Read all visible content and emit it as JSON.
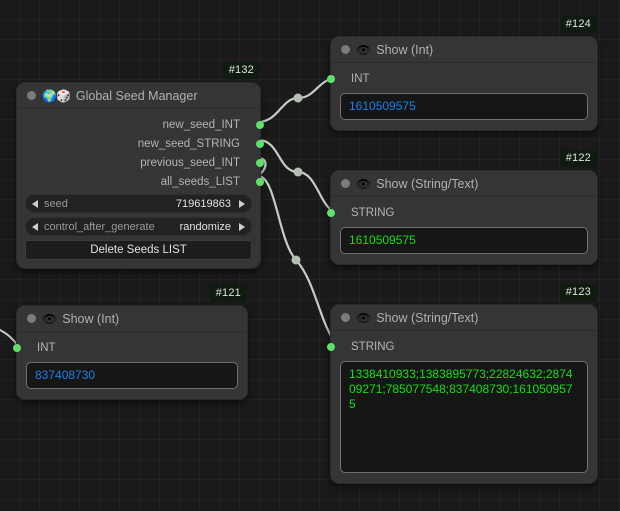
{
  "canvas": {
    "background": "#1a1a1a",
    "grid_size": 20,
    "grid_color": "#2a2a2a"
  },
  "colors": {
    "node_bg": "#353535",
    "port_green": "#5ee06a",
    "wire": "#c2cec0",
    "int_text": "#1a7fe8",
    "string_text": "#10e010",
    "badge_bg": "#111a11",
    "title_text": "#b0b0b0"
  },
  "nodes": [
    {
      "id": "#132",
      "title": "Global Seed Manager",
      "emoji": "🌍🎲",
      "outputs": [
        {
          "label": "new_seed_INT"
        },
        {
          "label": "new_seed_STRING"
        },
        {
          "label": "previous_seed_INT"
        },
        {
          "label": "all_seeds_LIST"
        }
      ],
      "widgets": [
        {
          "type": "combo",
          "name": "seed",
          "value": "719619863"
        },
        {
          "type": "combo",
          "name": "control_after_generate",
          "value": "randomize"
        },
        {
          "type": "button",
          "label": "Delete Seeds LIST"
        }
      ]
    },
    {
      "id": "#124",
      "title": "Show (Int)",
      "emoji": "👁",
      "input": {
        "label": "INT"
      },
      "value": "1610509575",
      "value_kind": "int"
    },
    {
      "id": "#122",
      "title": "Show (String/Text)",
      "emoji": "👁",
      "input": {
        "label": "STRING"
      },
      "value": "1610509575",
      "value_kind": "string"
    },
    {
      "id": "#123",
      "title": "Show (String/Text)",
      "emoji": "👁",
      "input": {
        "label": "STRING"
      },
      "value": "1338410933;1383895773;22824632;287409271;785077548;837408730;1610509575",
      "value_kind": "string"
    },
    {
      "id": "#121",
      "title": "Show (Int)",
      "emoji": "👁",
      "input": {
        "label": "INT"
      },
      "value": "837408730",
      "value_kind": "int"
    }
  ]
}
